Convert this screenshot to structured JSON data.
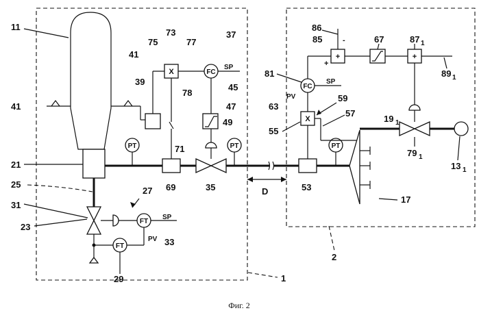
{
  "caption": "Фиг. 2",
  "instruments": {
    "pt": "PT",
    "fc": "FC",
    "ft": "FT",
    "sp": "SP",
    "pv": "PV",
    "mult": "X",
    "plus": "+",
    "minus": "-"
  },
  "labels": {
    "l11": "11",
    "l41a": "41",
    "l41b": "41",
    "l39": "39",
    "l75": "75",
    "l73": "73",
    "l77": "77",
    "l37": "37",
    "l78": "78",
    "l45": "45",
    "l47": "47",
    "l49": "49",
    "l21": "21",
    "l71": "71",
    "l69": "69",
    "l35": "35",
    "l25": "25",
    "l27": "27",
    "l31": "31",
    "l23": "23",
    "l33": "33",
    "l29": "29",
    "lD": "D",
    "l1": "1",
    "l86": "86",
    "l85": "85",
    "l67": "67",
    "l87": "87",
    "l87sub": "1",
    "l89": "89",
    "l89sub": "1",
    "l81": "81",
    "l63": "63",
    "l59": "59",
    "l55": "55",
    "l57": "57",
    "l19": "19",
    "l19sub": "1",
    "l53": "53",
    "l79": "79",
    "l79sub": "1",
    "l13": "13",
    "l13sub": "1",
    "l17": "17",
    "l2": "2"
  },
  "colors": {
    "ink": "#111111",
    "paper": "#ffffff"
  }
}
